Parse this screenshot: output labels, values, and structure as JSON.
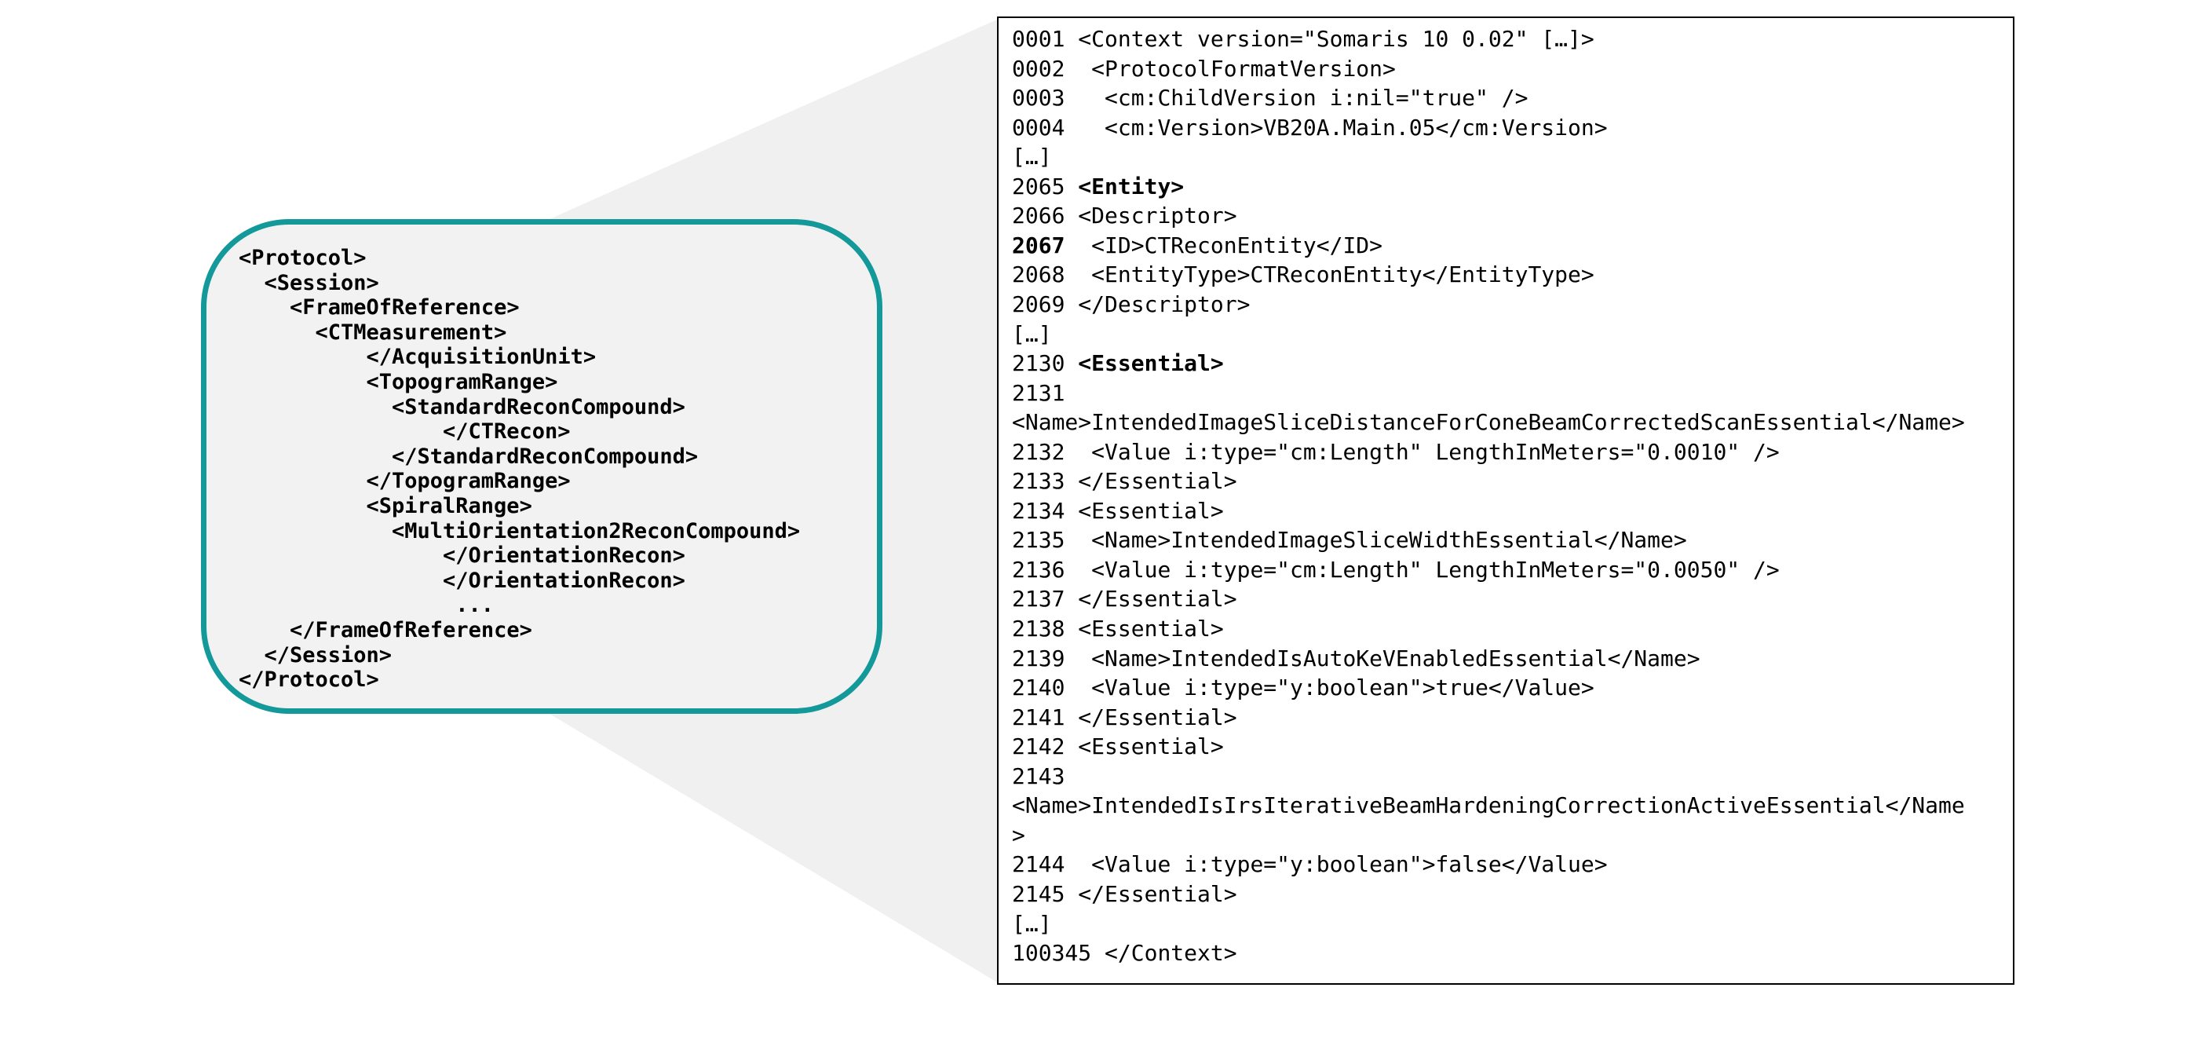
{
  "colors": {
    "accent": "#14999a",
    "panel": "#f2f2f2",
    "wedge": "#f0f0f0",
    "text": "#000000"
  },
  "tree": [
    {
      "indent": 0,
      "text": "<Protocol>"
    },
    {
      "indent": 2,
      "text": "<Session>"
    },
    {
      "indent": 4,
      "text": "<FrameOfReference>"
    },
    {
      "indent": 6,
      "text": "<CTMeasurement>"
    },
    {
      "indent": 10,
      "text": "</AcquisitionUnit>"
    },
    {
      "indent": 10,
      "text": "<TopogramRange>"
    },
    {
      "indent": 12,
      "text": "<StandardReconCompound>"
    },
    {
      "indent": 16,
      "text": "</CTRecon>"
    },
    {
      "indent": 12,
      "text": "</StandardReconCompound>"
    },
    {
      "indent": 10,
      "text": "</TopogramRange>"
    },
    {
      "indent": 10,
      "text": "<SpiralRange>"
    },
    {
      "indent": 12,
      "text": "<MultiOrientation2ReconCompound>"
    },
    {
      "indent": 16,
      "text": "</OrientationRecon>"
    },
    {
      "indent": 16,
      "text": "</OrientationRecon>"
    },
    {
      "indent": 17,
      "text": "..."
    },
    {
      "indent": 4,
      "text": "</FrameOfReference>"
    },
    {
      "indent": 2,
      "text": "</Session>"
    },
    {
      "indent": 0,
      "text": "</Protocol>"
    }
  ],
  "code": [
    {
      "num": "0001",
      "text": "<Context version=\"Somaris 10 0.02\" […]>"
    },
    {
      "num": "0002",
      "text": " <ProtocolFormatVersion>"
    },
    {
      "num": "0003",
      "text": "  <cm:ChildVersion i:nil=\"true\" />"
    },
    {
      "num": "0004",
      "text": "  <cm:Version>VB20A.Main.05</cm:Version>"
    },
    {
      "num": "",
      "text": "[…]"
    },
    {
      "num": "2065",
      "text": "<Entity>",
      "bold_text": true
    },
    {
      "num": "2066",
      "text": "<Descriptor>"
    },
    {
      "num": "2067",
      "text": " <ID>CTReconEntity</ID>",
      "bold_num": true
    },
    {
      "num": "2068",
      "text": " <EntityType>CTReconEntity</EntityType>"
    },
    {
      "num": "2069",
      "text": "</Descriptor>"
    },
    {
      "num": "",
      "text": "[…]"
    },
    {
      "num": "2130",
      "text": "<Essential>",
      "bold_text": true
    },
    {
      "num": "2131",
      "text": ""
    },
    {
      "num": "",
      "text": "<Name>IntendedImageSliceDistanceForConeBeamCorrectedScanEssential</Name>"
    },
    {
      "num": "2132",
      "text": " <Value i:type=\"cm:Length\" LengthInMeters=\"0.0010\" />"
    },
    {
      "num": "2133",
      "text": "</Essential>"
    },
    {
      "num": "2134",
      "text": "<Essential>"
    },
    {
      "num": "2135",
      "text": " <Name>IntendedImageSliceWidthEssential</Name>"
    },
    {
      "num": "2136",
      "text": " <Value i:type=\"cm:Length\" LengthInMeters=\"0.0050\" />"
    },
    {
      "num": "2137",
      "text": "</Essential>"
    },
    {
      "num": "2138",
      "text": "<Essential>"
    },
    {
      "num": "2139",
      "text": " <Name>IntendedIsAutoKeVEnabledEssential</Name>"
    },
    {
      "num": "2140",
      "text": " <Value i:type=\"y:boolean\">true</Value>"
    },
    {
      "num": "2141",
      "text": "</Essential>"
    },
    {
      "num": "2142",
      "text": "<Essential>"
    },
    {
      "num": "2143",
      "text": ""
    },
    {
      "num": "",
      "text": "<Name>IntendedIsIrsIterativeBeamHardeningCorrectionActiveEssential</Name"
    },
    {
      "num": "",
      "text": ">"
    },
    {
      "num": "2144",
      "text": " <Value i:type=\"y:boolean\">false</Value>"
    },
    {
      "num": "2145",
      "text": "</Essential>"
    },
    {
      "num": "",
      "text": "[…]"
    },
    {
      "num": "100345",
      "text": "</Context>"
    }
  ]
}
